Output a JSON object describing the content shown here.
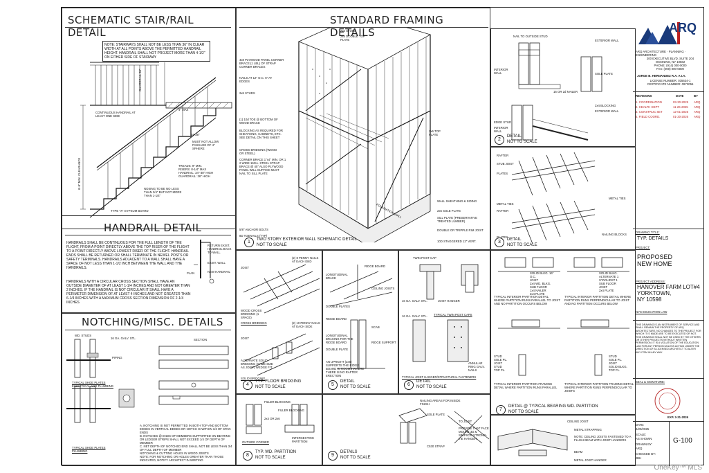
{
  "titles": {
    "stair": "SCHEMATIC STAIR/RAIL DETAIL",
    "framing": "STANDARD FRAMING DETAILS",
    "handrail": "HANDRAIL DETAIL",
    "notching": "NOTCHING/MISC. DETAILS"
  },
  "stair": {
    "note_top": "NOTE: STAIRWAYS SHALL NOT BE LESS THAN 36\" IN CLEAR WIDTH AT ALL POINTS ABOVE THE PERMITTED HANDRAIL HEIGHT. HANDRAIL SHALL NOT PROJECT MORE THAN 4-1/2\" ON EITHER SIDE OF STAIRWAY",
    "guardrail": "GUARDRAIL 36\"",
    "continuous": "CONTINUOUS HANDRAIL AT LEAST ONE SIDE",
    "max4": "4\" MAX",
    "sphere": "MUST NOT ALLOW PASSAGE OF 4\" SPHERE",
    "headroom": "6'-8\" MIN. CLEARANCE",
    "railht": "34-38\"",
    "nosing": "NOSING TO BE NO LESS THAN 3/4\" BUT NOT MORE THAN 1-1/4\"",
    "gypsum": "TYPE \"X\" GYPSUM BOARD",
    "treads": "TREADS: 9\" MIN.\nRISERS: 8-1/4\" MAX\nHANDRAIL: 34\"-38\" HIGH\nGUARDRAIL: 36\" HIGH"
  },
  "handrail": {
    "text1": "HANDRAILS SHALL BE CONTINUOUS FOR THE FULL LENGTH OF THE FLIGHT, FROM A POINT DIRECTLY ABOVE THE TOP RISER OF THE FLIGHT TO A POINT DIRECTLY ABOVE LOWEST RISER OF THE FLIGHT. HANDRAIL ENDS SHALL BE RETURNED OR SHALL TERMINATE IN NEWEL POSTS OR SAFETY TERMINALS. HANDRAILS ADJACENT TO A WALL SHALL HAVE A SPACE OF NOT LESS THAN 1-1/2 INCH BETWEEN THE WALL AND THE HANDRAILS.",
    "text2": "HANDRAILS WITH A CIRCULAR CROSS SECTION SHALL HAVE AN OUTSIDE DIAMETER OF AT LEAST 1-1/4 INCHES AND NOT GREATER THAN 2 INCHES. IF THE HANDRAIL IS NOT CIRCULAR IT SHALL HAVE A PERIMETER DIMENSION OF AT LEAST 4 INCHES AND NOT GREATER THAN 6-1/4 INCHES WITH A MAXIMUM CROSS SECTION DIMENSION OF 2-1/4 INCHES",
    "labels": [
      "RETURN EXIST. HANDRAIL BACK TO WALL",
      "EXIST. WALL",
      "NEW HANDRAIL"
    ],
    "plan": "PLAN"
  },
  "notching": {
    "studs": "WD. STUDS",
    "piping": "PIPING",
    "strap": "16 GA. GALV. STL.",
    "elec": "TYPICAL SHOE PLATES\nELECTRICAL AND PLUMBING",
    "plumb": "TYPICAL SHOE PLATES\nPLUMBING",
    "section": "SECTION",
    "notes": "A. NOTCHING IS NOT PERMITTED IN BOTH TOP AND BOTTOM EDGES IN VERTICAL EDGES OR NOTCH IS WITHIN 1/3 OF SPAN ENDS\nB. NOTCHES @ ENDS OF MEMBERS SUPPORTED ON BEARING OR LEDGER STRIPS SHALL NOT EXCEED 1/4 OF DEPTH OF MEMBER\nC. NET DEPTH OF NOTCHED END SHALL NOT BE LESS THAN 3/4 OF FULL DEPTH OF MEMBER\nNOTCHING & CUTTING HOLES IN WOOD JOISTS\nNOTE: FOR NOTCHING OR HOLES GREATER THAN THOSE INDICATED, NOTIFY ARCHITECT IN WRITING"
  },
  "framing": {
    "left_labels": [
      "4x8 PLYWOOD PANEL CORNER BRACE (1 LBL) OF STRAP CORNER BRACES",
      "NAILS AT 12\" O.C. 6\" AT EDGES",
      "2x6 STUDS",
      "(1) 10d TOE @ BOTTOM OF WOOD BRACE",
      "BLOCKING AS REQUIRED FOR SHEATHING, CABINETS, ETC. SEE DETAIL ON THIS SHEET",
      "CROSS BRIDGING (WOOD OR STEEL)",
      "CORNER BRACE 1\"x4\" MIN. OR 1 2 WIDE 16GA. STEEL STRAP BRACE @ 45° ALSO PLYWOOD PANEL WILL SUFFICE MUST NAIL TO SILL PLATE",
      "5/8\" ANCHOR BOLTS",
      "8D TOENAILS (TYP)"
    ],
    "right_labels": [
      "2x6 STUDS",
      "2x6 DOUBLE TOP PLATE",
      "2x6 TOP PLATE",
      "WALL SHEATHING & SIDING",
      "2x6 SOLE PLATE",
      "SILL PLATE (PRESERVATIVE TREATED LUMBER)",
      "DOUBLE OR TRIPPLE RIM JOIST",
      "10D STAGGERED 12\" VERT."
    ],
    "foundation": "FOUNDATION WALL",
    "caption1_num": "1",
    "caption1": "TWO STORY EXTERIOR WALL SCHEMATIC DETAIL",
    "caption1_sub": "NOT TO SCALE"
  },
  "corner": {
    "labels": [
      "NAIL TO OUTSIDE STUD",
      "EXTERIOR WALL",
      "INTERIOR WALL",
      "SOLE PLATE",
      "16 OR 2d NAILER",
      "2x4 BLOCKING",
      "EXTERIOR WALL",
      "EDGE STUD",
      "INTERIOR WALL"
    ],
    "num": "2",
    "caption": "DETAIL",
    "sub": "NOT TO SCALE"
  },
  "rafter": {
    "labels": [
      "RAFTER",
      "STUB JOIST",
      "PLATES",
      "METAL TIES",
      "METAL TIES",
      "RAFTER",
      "NAILING BLOCKS",
      "PLATES"
    ],
    "num": "3",
    "caption": "DETAIL",
    "sub": "NOT TO SCALE"
  },
  "bridging": {
    "labels": [
      "JOIST",
      "(2) 8 PENNY NAILS AT EACH END",
      "WOOD CROSS BRIDGING (1 SPACE)",
      "CROSS BRIDGING",
      "JOIST",
      "(2) 10 PENNY NAILS AT EACH SIDE",
      "ALTERNATE SOLID BRIDGING (SAME SIZE AS JOIST) WEDGE FIT",
      "SOLID BRIDGING"
    ],
    "num": "4",
    "caption": "TYP. FLOOR BRIDGING",
    "sub": "NOT TO SCALE"
  },
  "ridge": {
    "labels": [
      "LONGITUDINAL BRACE",
      "RIDGE BOARD",
      "CEILING JOISTS",
      "DOUBLE PLATES",
      "RIDGE BOARD",
      "SCAB",
      "LONGITUDINAL BRACING FOR THE RIDGE BOARD",
      "DOUBLE PLATE",
      "RIDGE SUPPORT",
      "AN UPRIGHT (2x6) SUPPORTS THE RIDGE BOARD IN ROOMS WHERE THERE IS NO RAFTER ERECTION"
    ],
    "num": "5",
    "caption": "DETAIL",
    "sub": "NOT TO SCALE"
  },
  "hangers": {
    "labels": [
      "TWIN POST CAP",
      "JOIST HANGER",
      "16 GA. GALV. STL.",
      "TYPICAL TWIN POST CAPS",
      "16 GA. GALV. STL.",
      "ANNULAR RING GALV. NAILS",
      "TYPICAL JOIST HANGER/STRUCTURAL FASTENERS"
    ],
    "num": "6",
    "caption": "DETAIL",
    "sub": "NOT TO SCALE"
  },
  "partition": {
    "items": [
      {
        "text": "TYPICAL INTERIOR PARTITION DETAIL WHERE PARTITION RUNS PARALLEL TO JOIST AND NO PARTITION OCCURS BELOW",
        "labels": "SOLID BLKG. 16\" O.C.\nJOIST\n2x4 WD. BLKG.\nSUB FLOOR\n1x4 NAILER\n2x4 PLATE"
      },
      {
        "text": "TYPICAL INTERIOR PARTITION DETAIL WHERE PARTITION RUNS PERPENDICULAR TO JOIST AND NO PARTITION OCCURS BELOW",
        "labels": "SOLID BLKG. ALTERNATE 1\nSTARLIDST 1\nSUB FLOOR\nJOIST\n2x4 PLATE"
      },
      {
        "text": "TYPICAL INTERIOR PARTITION FRAMING DETAIL WHERE PARTITION RUNS PARALLEL",
        "labels": "STUD\nSOLE PL.\nJOIST\nSTUD\nTOP PL."
      },
      {
        "text": "TYPICAL INTERIOR PARTITION FRAMING DETAIL WHERE PARTITION RUNS PERPENDICULAR TO JOISTS",
        "labels": "STUD\nSOLE PL.\nJOIST\nSOLID BLKG.\nTOP PL."
      }
    ],
    "num": "7",
    "caption": "DETAIL @ TYPICAL BEARING WD. PARTITION",
    "sub": "NOT TO SCALE"
  },
  "partition_detail8": {
    "labels": [
      "FILLER BLOCKING",
      "2x4 OR 2x6",
      "FILLER BLOCKING",
      "OUTSIDE CORNER",
      "INTERSECTING PARTITION"
    ],
    "num": "8",
    "caption": "TYP. WD. PARTITION",
    "sub": "NOT TO SCALE"
  },
  "detail9": {
    "labels": [
      "NAILING AREAS FOR INSIDE FINISH",
      "SOLE PLATE",
      "TO JOIST",
      "PROVIDE THAT FACE MOUNT 3D & SIMPSON STRONG-TIE HANGER",
      "C530 STRAP"
    ],
    "num": "9",
    "caption": "DETAILS",
    "sub": "NOT TO SCALE"
  },
  "ceiling": {
    "labels": [
      "CEILING JOIST",
      "METAL STRAPPING",
      "NOTE: CEILING JOISTS FASTENED TO A FLUSH BEAM WITH JOIST HANGERS",
      "BEAM",
      "METAL JOIST HANGER"
    ]
  },
  "titleblock": {
    "firm": "ARQ",
    "firm_sub": "ARQ ARCHITECTURE · PLANNING · ENGINEERING",
    "address": "200 EXECUTIVE BLVD. SUITE 204\nOSSINING, NY 10562\nPHONE: (914) 000-0000\nFAX: (000) 000-0000",
    "architect": "JORGE B. HERNANDEZ R.A. A.I.A.",
    "license": "LICENSE NUMBER: 035634-1\nCERTIFICATE NUMBER: 0973056",
    "rev_head": [
      "REVISIONS",
      "DATE",
      "BY"
    ],
    "revisions": [
      {
        "n": "1. COORDINATION",
        "d": "03-30-2025",
        "b": "ARQ"
      },
      {
        "n": "2. HEALTH DEPT",
        "d": "11-26-2025",
        "b": "ARQ"
      },
      {
        "n": "3. CONSTRUC SET",
        "d": "12-01-2025",
        "b": "ARQ"
      },
      {
        "n": "4. FIELD COORD.",
        "d": "01-20-2026",
        "b": "ARQ"
      }
    ],
    "drawing_title_label": "DRAWING TITLE:",
    "drawing_title": "TYP. DETAILS",
    "project_label": "PROJECT:",
    "project": "PROPOSED\nNEW HOME",
    "address_label": "PROJECT ADDRESS:",
    "project_address": "HANOVER FARM LOT#4\nYORKTOWN,\nNY 10598",
    "edu_label": "NYS EDUCATION LAW",
    "edu_text": "THIS DRAWING IS AN INSTRUMENT OF SERVICE AND SHALL REMAIN THE PROPERTY OF ARQ ARCHITECTURE. NO CHANGES TO THE PROJECT FOR WHICH IT IS MADE ARE TO BE EXECUTED OR NOT. THIS DRAWING SHALL NOT BE USED BY THE OTHERS OR OTHER PROJECTS WITHOUT WRITTEN PERMISSION. IT IS A VIOLATION OF THE EDUCATION LAW FOR ANY PERSON UNLESS ACTING UNDER THE DIRECTION OF A LICENSED ARCHITECT TO ALTER ANY ITEM IN ANY WAY.",
    "seal_label": "SEAL & SIGNATURE:",
    "exp": "EXP. 3-31-2026",
    "date_label": "DATE:",
    "date": "4/20/2025",
    "scale_label": "SCALE:",
    "scale": "AS SHOWN",
    "drawn_label": "DRAWN BY:",
    "drawn": "ARQ",
    "checked_label": "CHECKED BY:",
    "checked": "JBH",
    "sheet": "G-100"
  },
  "watermark": "OneKey™ MLS"
}
